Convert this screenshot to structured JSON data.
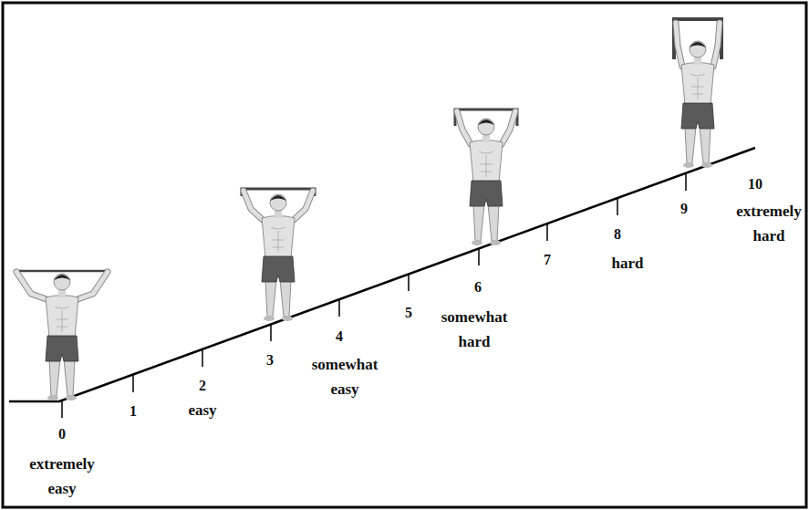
{
  "diagram": {
    "labels": [
      "0",
      "extremely easy",
      "1",
      "2",
      "easy",
      "3",
      "4",
      "somewhat easy",
      "5",
      "6",
      "somewhat hard",
      "7",
      "8",
      "hard",
      "9",
      "10",
      "extremely hard"
    ]
  }
}
